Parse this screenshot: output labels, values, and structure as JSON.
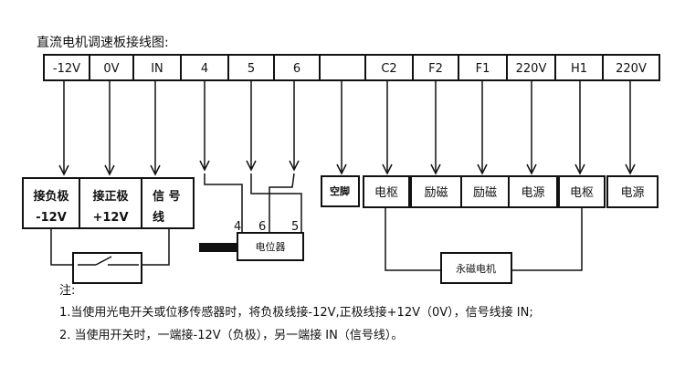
{
  "title": "直流电机调速板接线图:",
  "terminals": [
    "-12V",
    "0V",
    "IN",
    "4",
    "5",
    "6",
    "",
    "C2",
    "F2",
    "F1",
    "220V",
    "H1",
    "220V"
  ],
  "left_boxes": [
    {
      "line1": "接负极",
      "line2": "-12V"
    },
    {
      "line1": "接正极",
      "line2": "+12V"
    },
    {
      "line1": "信 号",
      "line2": "线"
    }
  ],
  "potentiometer": {
    "label": "电位器",
    "pins": [
      "4",
      "6",
      "5"
    ]
  },
  "blank_pin": "空脚",
  "right_boxes": [
    "电枢",
    "励磁",
    "励磁",
    "电源",
    "电枢",
    "电源"
  ],
  "motor": "永磁电机",
  "notes": {
    "heading": "注:",
    "line1": "1.当使用光电开关或位移传感器时，将负极线接-12V,正极线接+12V（0V），信号线接 IN;",
    "line2": "2. 当使用开关时，一端接-12V（负极），另一端接 IN（信号线）。"
  }
}
